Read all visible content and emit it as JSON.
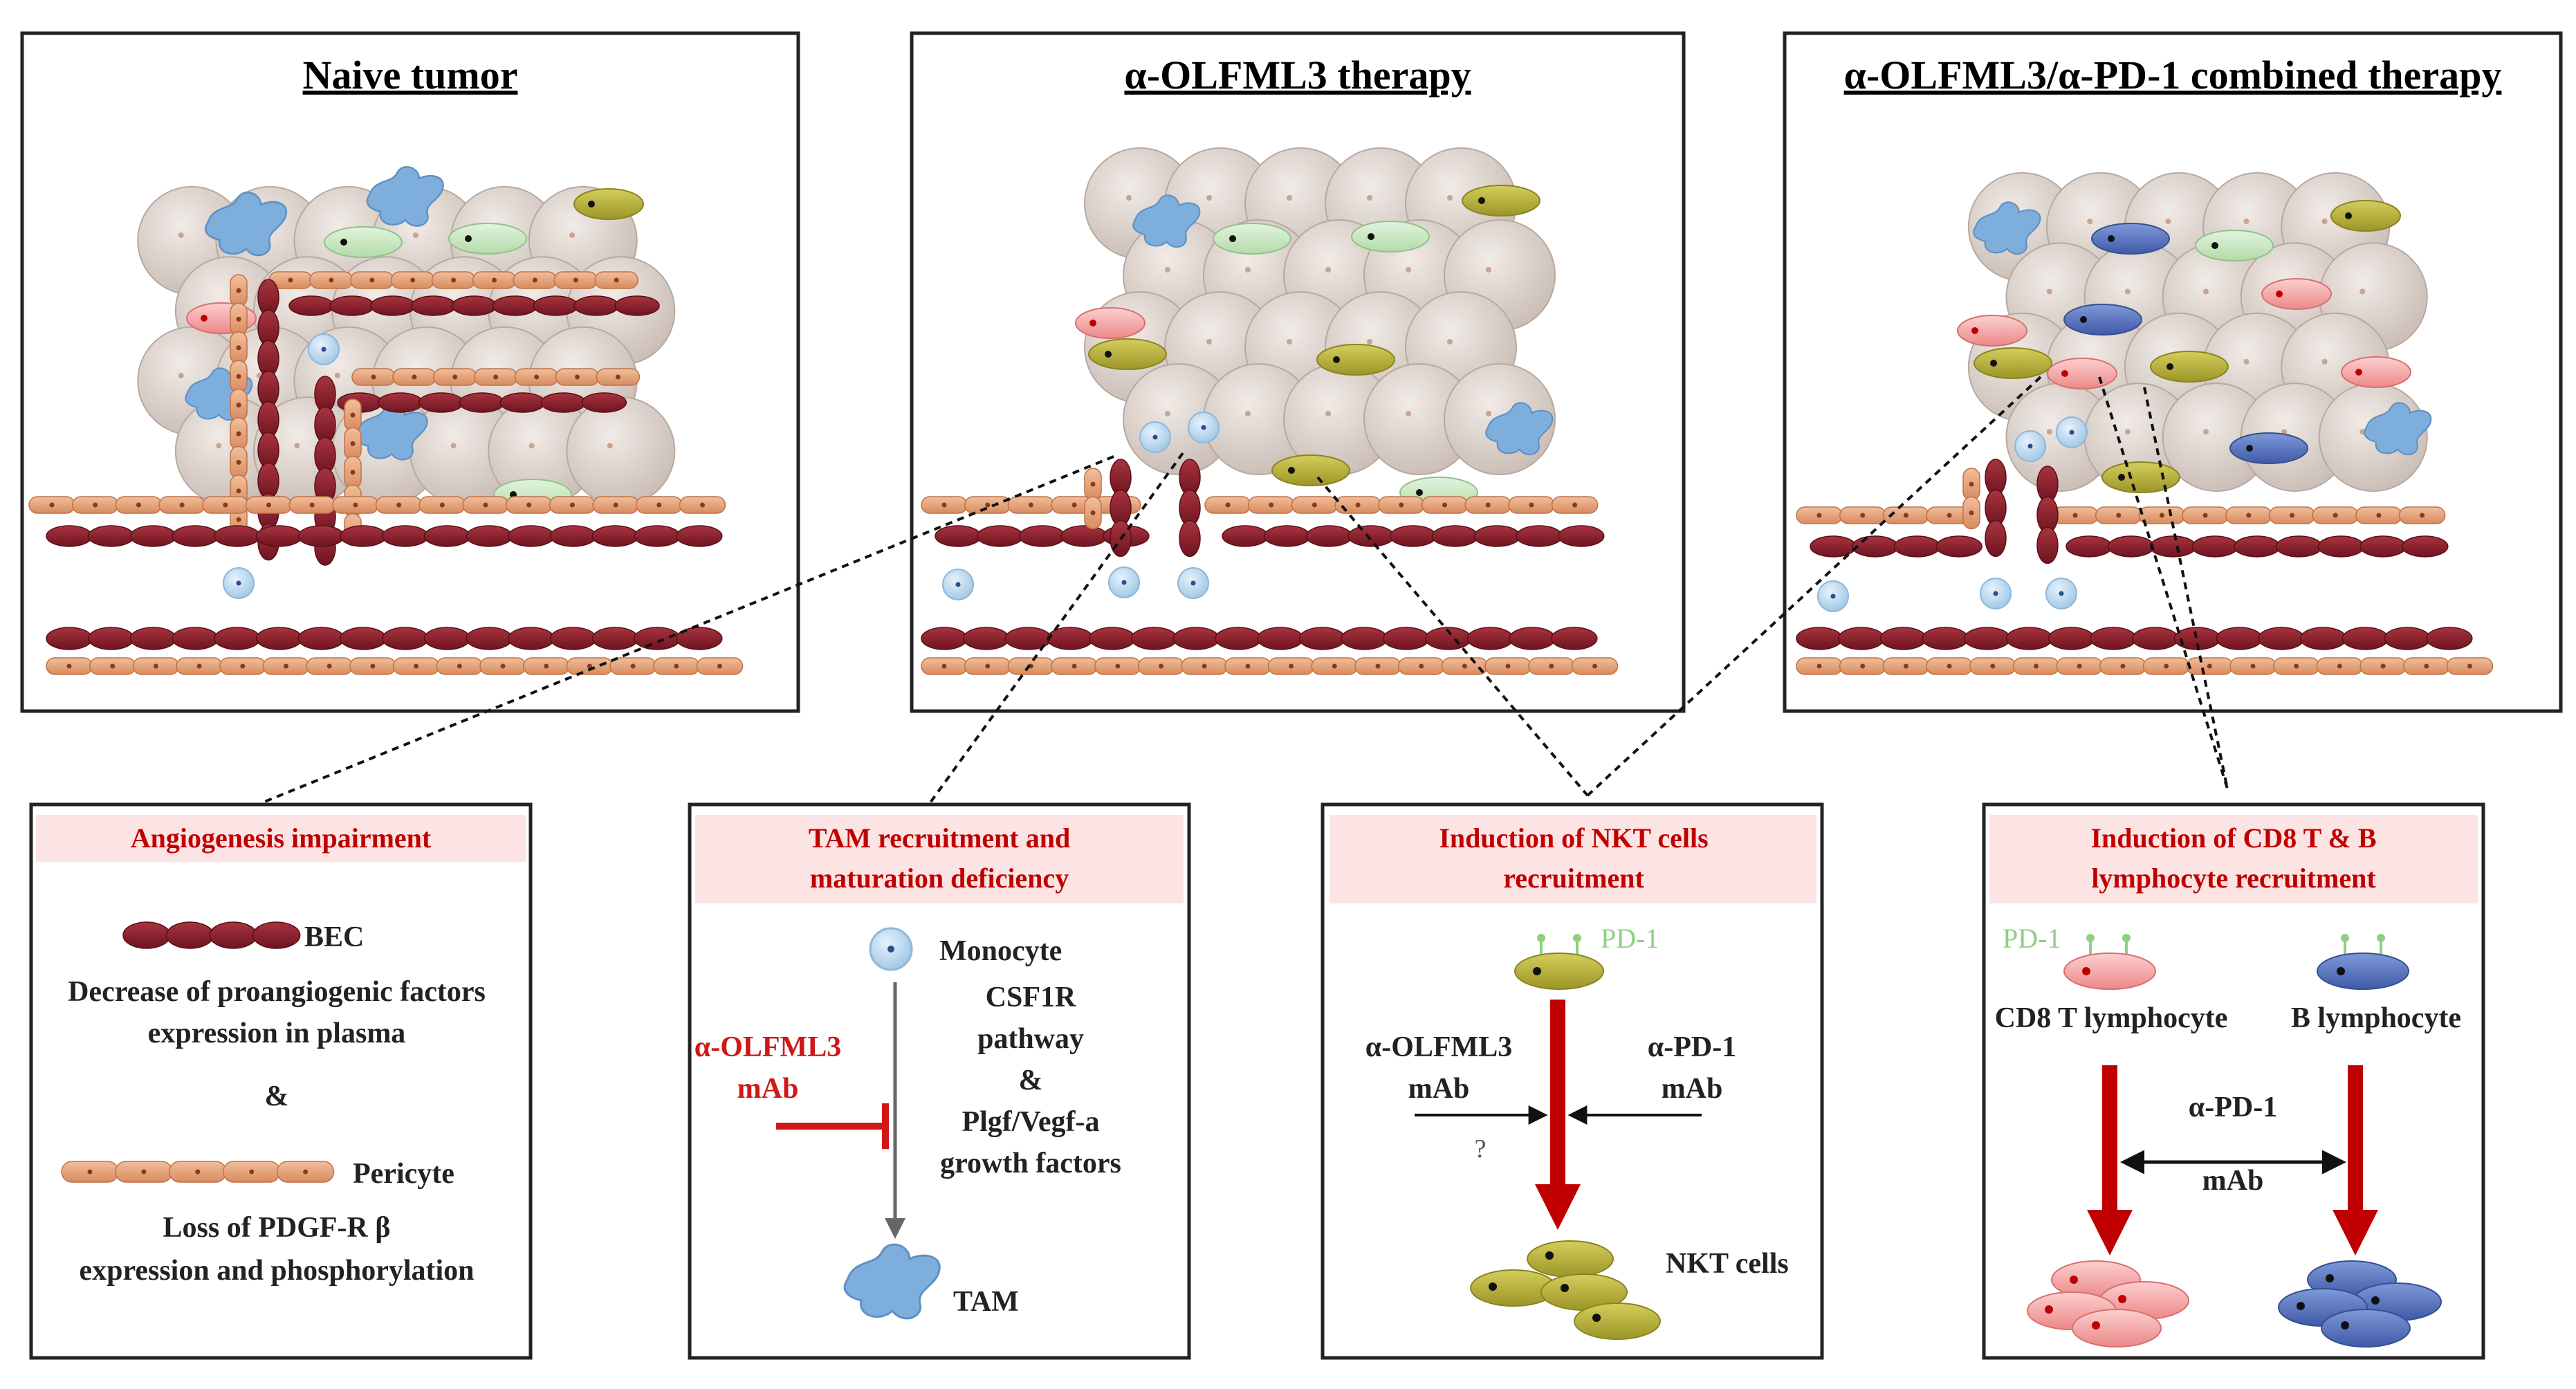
{
  "panels": [
    {
      "title": "Naive tumor"
    },
    {
      "title": "α-OLFML3 therapy"
    },
    {
      "title": "α-OLFML3/α-PD-1 combined therapy"
    }
  ],
  "boxes": {
    "angiogenesis": {
      "title": "Angiogenesis impairment",
      "bec": "BEC",
      "decrease_line1": "Decrease of proangiogenic  factors",
      "decrease_line2": "expression in plasma",
      "amp": "&",
      "pericyte": "Pericyte",
      "loss_line1": "Loss of PDGF-R β",
      "loss_line2": "expression and phosphorylation"
    },
    "tam": {
      "title_line1": "TAM recruitment  and",
      "title_line2": "maturation  deficiency",
      "monocyte": "Monocyte",
      "mab_line1": "α-OLFML3",
      "mab_line2": "mAb",
      "csf_line1": "CSF1R",
      "csf_line2": "pathway",
      "csf_line3": "&",
      "csf_line4": "Plgf/Vegf-a",
      "csf_line5": "growth  factors",
      "tam_label": "TAM"
    },
    "nkt": {
      "title_line1": "Induction  of NKT cells",
      "title_line2": "recruitment",
      "pd1": "PD-1",
      "olf_line1": "α-OLFML3",
      "olf_line2": "mAb",
      "pd1mab_line1": "α-PD-1",
      "pd1mab_line2": "mAb",
      "question": "?",
      "nkt_label": "NKT cells"
    },
    "cd8": {
      "title_line1": "Induction  of CD8 T & B",
      "title_line2": "lymphocyte  recruitment",
      "pd1": "PD-1",
      "cd8_label": "CD8 T lymphocyte",
      "b_label": "B lymphocyte",
      "mab_line1": "α-PD-1",
      "mab_line2": "mAb"
    }
  },
  "colors": {
    "title_red": "#c00000",
    "bec_red": "#8b1e2b",
    "pericyte": "#e8a37a",
    "tumor_cell": "#d9cdc6",
    "monocyte": "#bcd8ef",
    "macrophage": "#7eaedb",
    "nkt_cell": "#b9b13a",
    "cd8_cell": "#f4a6a6",
    "b_cell": "#5b79c4",
    "green_cell": "#cbe8c4",
    "pd1_green": "#8fcf82",
    "arrow_red": "#c00000",
    "box_header": "#fde4e4"
  }
}
